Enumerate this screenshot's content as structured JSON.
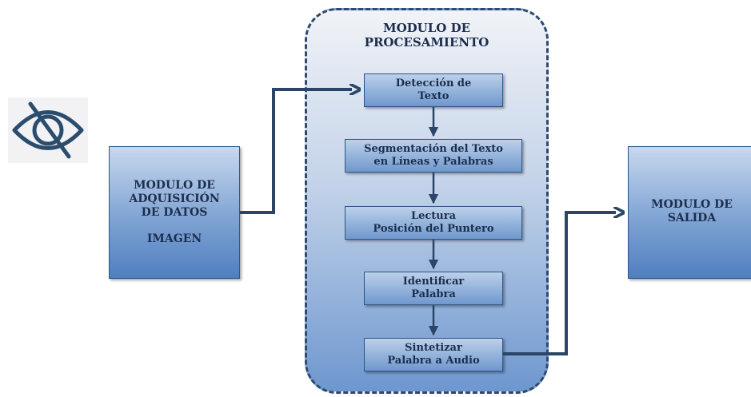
{
  "icon": {
    "name": "eye-slash-icon"
  },
  "acquisition": {
    "lines": [
      "MODULO DE",
      "ADQUISICIÓN",
      "DE DATOS"
    ],
    "sub": "IMAGEN"
  },
  "processing": {
    "title_lines": [
      "MODULO DE",
      "PROCESAMIENTO"
    ]
  },
  "steps": [
    {
      "lines": [
        "Detección de",
        "Texto"
      ]
    },
    {
      "lines": [
        "Segmentación del Texto",
        "en Líneas y Palabras"
      ]
    },
    {
      "lines": [
        "Lectura",
        "Posición del Puntero"
      ]
    },
    {
      "lines": [
        "Identificar",
        "Palabra"
      ]
    },
    {
      "lines": [
        "Sintetizar",
        "Palabra a Audio"
      ]
    }
  ],
  "output": {
    "lines": [
      "MODULO DE",
      "SALIDA"
    ]
  },
  "colors": {
    "box_border": "#2f5685",
    "text": "#1b2e4d",
    "arrow": "#2a4567"
  }
}
